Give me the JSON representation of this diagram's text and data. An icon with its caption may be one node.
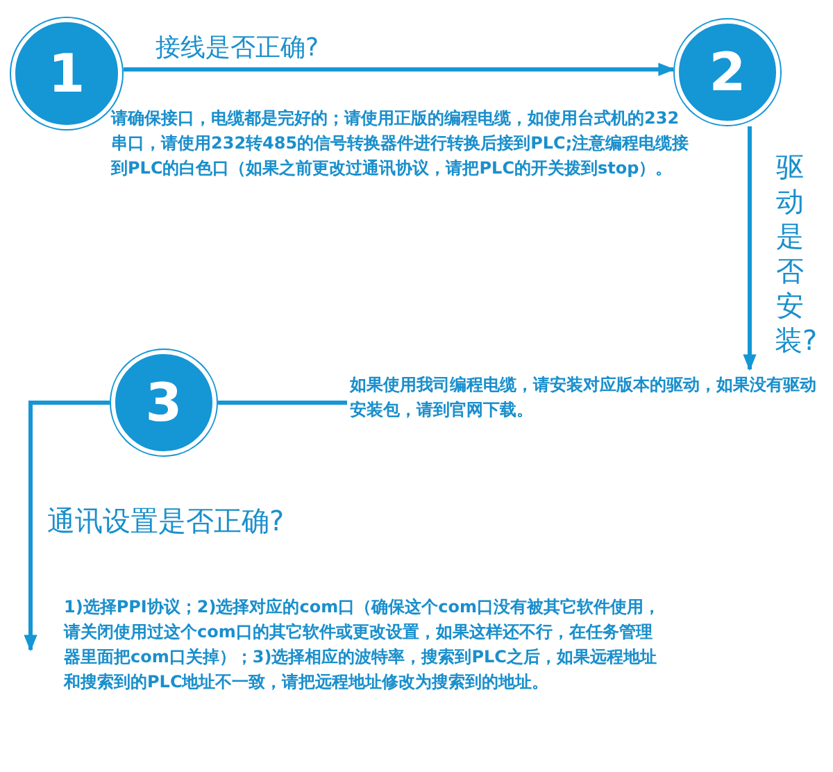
{
  "diagram": {
    "nodes": [
      {
        "text": [
          "1"
        ],
        "beside": [
          "请确保接口，电缆都是完好的；请使用正版的编程电缆，如使用台式机的232串口，请使用232转485的信号转换器件进行转换后接到PLC;注意编程电缆接到PLC的白色口（如果之前更改过通讯协议，请把PLC的开关拨到stop）。"
        ]
      },
      {
        "text": [
          "2"
        ]
      },
      {
        "text": [
          "如果使用我司编程电缆，请安装对应版本的驱动，如果没有驱动安装包，请到官网下载。"
        ]
      },
      {
        "text": [
          "3"
        ]
      },
      {
        "text": [
          "1)选择PPI协议；2)选择对应的com口（确保这个com口没有被其它软件使用，请关闭使用过这个com口的其它软件或更改设置，如果这样还不行，在任务管理器里面把com口关掉）；3)选择相应的波特率，搜索到PLC之后，如果远程地址和搜索到的PLC地址不一致，请把远程地址修改为搜索到的地址。"
        ]
      }
    ],
    "edges": [
      {
        "from": 0,
        "to": 1,
        "arrow": "to",
        "label": "接线是否正确?"
      },
      {
        "from": 1,
        "to": 2,
        "arrow": "to",
        "label": "驱动是否安装?"
      },
      {
        "from": 2,
        "to": 3,
        "arrow": "none"
      },
      {
        "from": 3,
        "to": 4,
        "arrow": "to",
        "label": "通讯设置是否正确?"
      }
    ]
  }
}
